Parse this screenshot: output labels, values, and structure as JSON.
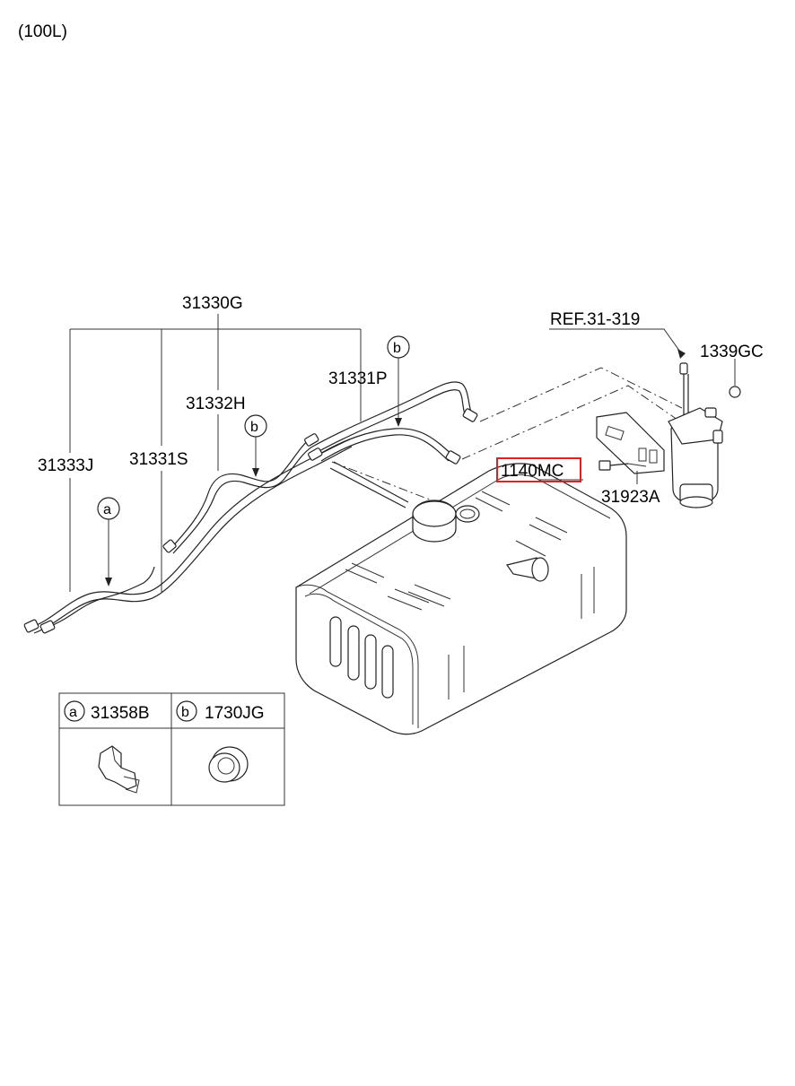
{
  "variant_label": "(100L)",
  "callouts": {
    "c31330G": "31330G",
    "c31331P": "31331P",
    "c31332H": "31332H",
    "c31333J": "31333J",
    "c31331S": "31331S",
    "ref": "REF.31-319",
    "c1339GC": "1339GC",
    "c1140MC": "1140MC",
    "c31923A": "31923A"
  },
  "markers": {
    "a": "a",
    "b": "b"
  },
  "legend": {
    "a_letter": "a",
    "a_part": "31358B",
    "b_letter": "b",
    "b_part": "1730JG"
  },
  "highlight_color": "#e02020"
}
